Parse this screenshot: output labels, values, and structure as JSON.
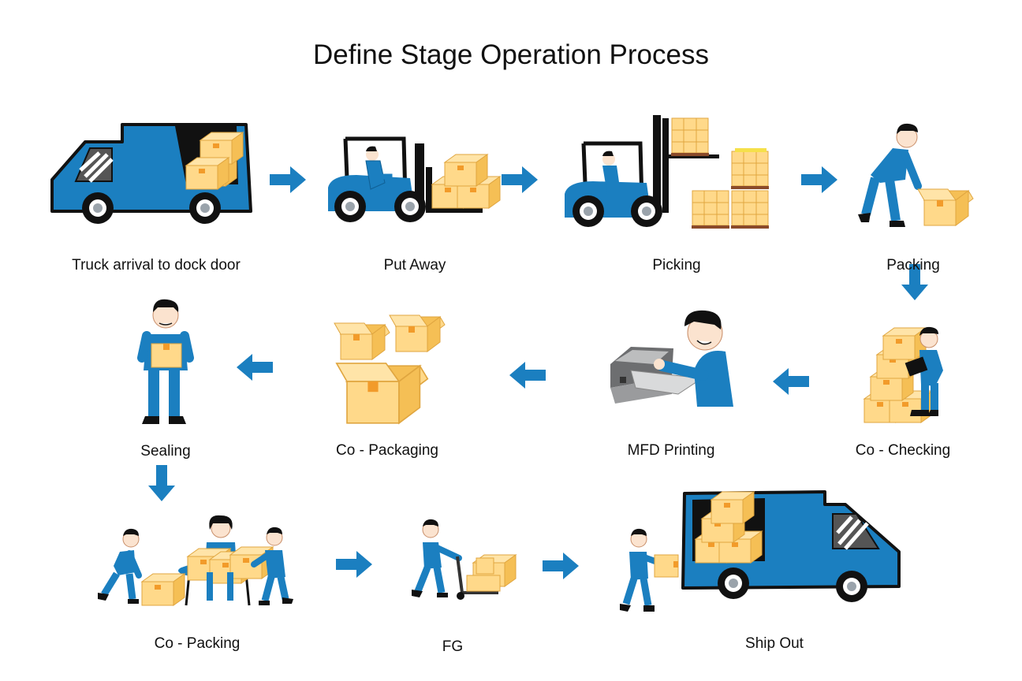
{
  "title": "Define Stage Operation Process",
  "colors": {
    "primary_blue": "#1b7fc0",
    "box_light": "#ffd98a",
    "box_dark": "#f5bf55",
    "outline": "#111111",
    "skin": "#fbe3cf"
  },
  "steps": [
    {
      "id": "truck-arrival",
      "label": "Truck arrival to dock door",
      "icon": "delivery-truck-icon"
    },
    {
      "id": "put-away",
      "label": "Put Away",
      "icon": "forklift-icon"
    },
    {
      "id": "picking",
      "label": "Picking",
      "icon": "forklift-lifting-icon"
    },
    {
      "id": "packing",
      "label": "Packing",
      "icon": "worker-carrying-box-icon"
    },
    {
      "id": "co-checking",
      "label": "Co - Checking",
      "icon": "worker-with-clipboard-icon"
    },
    {
      "id": "mfd-printing",
      "label": "MFD Printing",
      "icon": "printer-operator-icon"
    },
    {
      "id": "co-packaging",
      "label": "Co - Packaging",
      "icon": "open-boxes-icon"
    },
    {
      "id": "sealing",
      "label": "Sealing",
      "icon": "worker-holding-box-icon"
    },
    {
      "id": "co-packing",
      "label": "Co - Packing",
      "icon": "team-packing-table-icon"
    },
    {
      "id": "fg",
      "label": "FG",
      "icon": "hand-truck-worker-icon"
    },
    {
      "id": "ship-out",
      "label": "Ship Out",
      "icon": "loading-truck-icon"
    }
  ]
}
